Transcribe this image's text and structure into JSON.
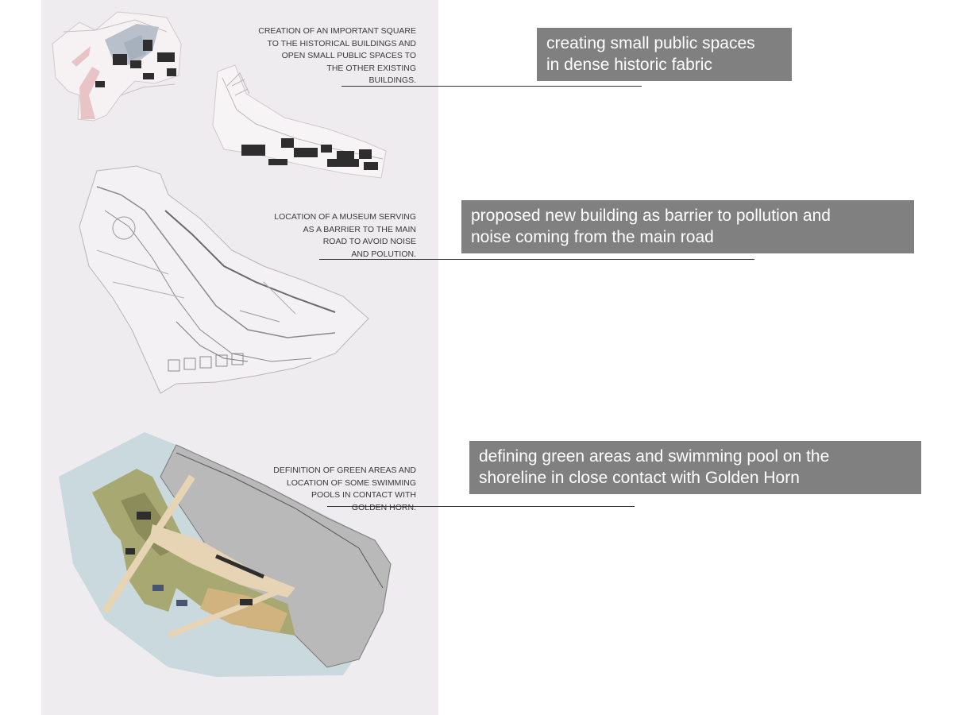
{
  "panels": [
    {
      "caption": "CREATION OF AN IMPORTANT SQUARE\nTO THE HISTORICAL BUILDINGS AND\nOPEN SMALL PUBLIC SPACES TO\nTHE OTHER EXISTING\nBUILDINGS.",
      "callout": "creating small public spaces\nin dense historic fabric"
    },
    {
      "caption": "LOCATION OF A MUSEUM SERVING\nAS A BARRIER TO THE MAIN\nROAD TO AVOID NOISE\nAND POLUTION.",
      "callout": "proposed new building as barrier to pollution and\nnoise coming from the main road"
    },
    {
      "caption": "DEFINITION OF GREEN AREAS AND\nLOCATION OF SOME SWIMMING\nPOOLS IN CONTACT WITH\nGOLDEN HORN.",
      "callout": "defining green areas and swimming pool on the\nshoreline in close contact with Golden Horn"
    }
  ],
  "colors": {
    "board": "#efecef",
    "callout_bg": "#808080",
    "callout_text": "#ffffff",
    "water": "#c9d9de",
    "green": "#a8a872",
    "plaza": "#e6d4b4",
    "building": "#2e2e2e"
  }
}
